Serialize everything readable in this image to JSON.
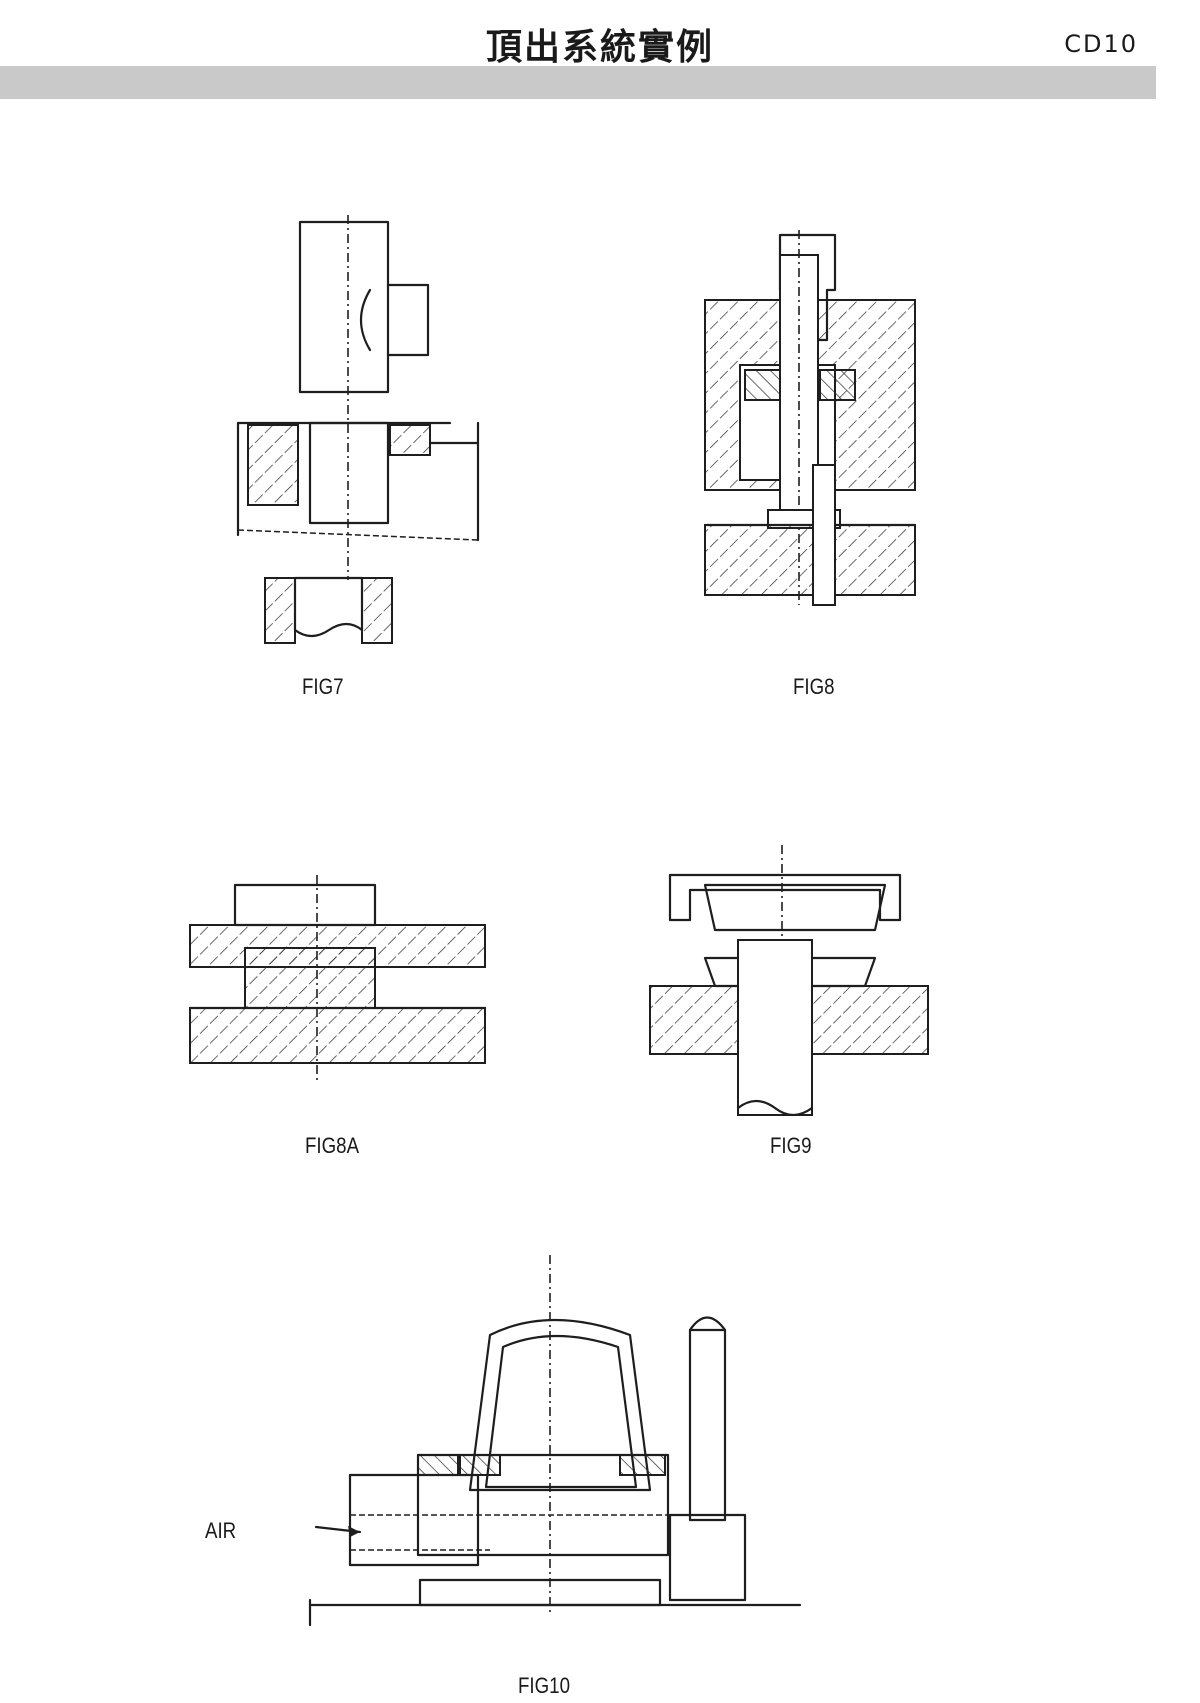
{
  "header": {
    "title": "頂出系統實例",
    "code": "CD10"
  },
  "figures": [
    {
      "label": "FIG7"
    },
    {
      "label": "FIG8"
    },
    {
      "label": "FIG8A"
    },
    {
      "label": "FIG9"
    },
    {
      "label": "FIG10",
      "annotation": "AIR"
    }
  ]
}
